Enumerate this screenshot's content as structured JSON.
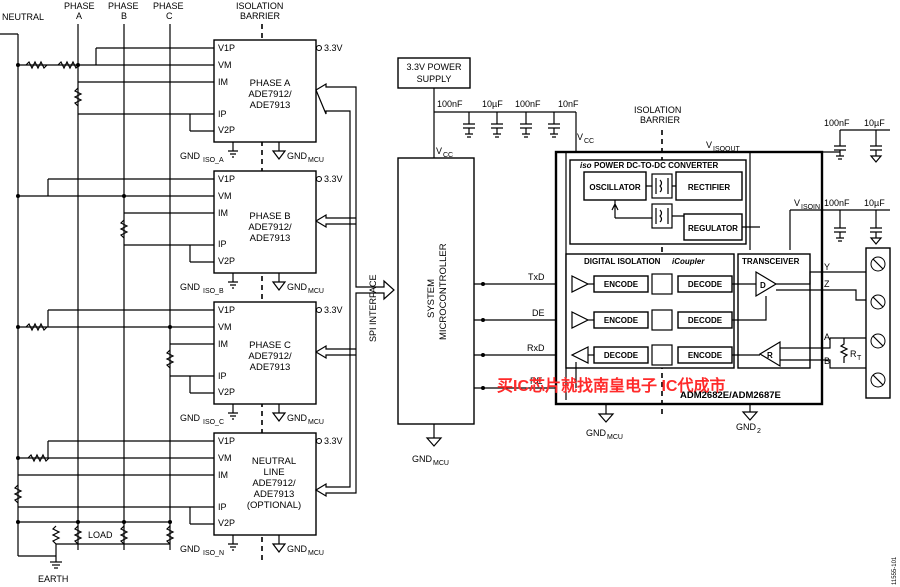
{
  "top_labels": {
    "neutral": "NEUTRAL",
    "phase": "PHASE",
    "a": "A",
    "b": "B",
    "c": "C",
    "isolation_barrier_1": "ISOLATION",
    "isolation_barrier_2": "BARRIER"
  },
  "pins": {
    "v1p": "V1P",
    "vm": "VM",
    "im": "IM",
    "ip": "IP",
    "v2p": "V2P"
  },
  "supply_3v3": "3.3V",
  "adcs": [
    {
      "name": "PHASE A",
      "part1": "ADE7912/",
      "part2": "ADE7913",
      "gnd_iso": "GND",
      "gnd_iso_sub": "ISO_A"
    },
    {
      "name": "PHASE B",
      "part1": "ADE7912/",
      "part2": "ADE7913",
      "gnd_iso": "GND",
      "gnd_iso_sub": "ISO_B"
    },
    {
      "name": "PHASE C",
      "part1": "ADE7912/",
      "part2": "ADE7913",
      "gnd_iso": "GND",
      "gnd_iso_sub": "ISO_C"
    },
    {
      "name": "NEUTRAL",
      "name2": "LINE",
      "part1": "ADE7912/",
      "part2": "ADE7913",
      "optional": "(OPTIONAL)",
      "gnd_iso": "GND",
      "gnd_iso_sub": "ISO_N"
    }
  ],
  "gnd_mcu": {
    "main": "GND",
    "sub": "MCU"
  },
  "load": "LOAD",
  "earth": "EARTH",
  "spi": "SPI INTERFACE",
  "power_supply": {
    "line1": "3.3V POWER",
    "line2": "SUPPLY"
  },
  "caps": {
    "c100n": "100nF",
    "c10u": "10µF",
    "c10n": "10nF"
  },
  "vcc": {
    "main": "V",
    "sub": "CC"
  },
  "mcu": {
    "line1": "SYSTEM",
    "line2": "MICROCONTROLLER"
  },
  "isolation_barrier_2": {
    "line1": "ISOLATION",
    "line2": "BARRIER"
  },
  "visoout": {
    "main": "V",
    "sub": "ISOOUT"
  },
  "visoin": {
    "main": "V",
    "sub": "ISOIN"
  },
  "isopower": {
    "prefix": "iso",
    "rest": "POWER DC-TO-DC CONVERTER",
    "oscillator": "OSCILLATOR",
    "rectifier": "RECTIFIER",
    "regulator": "REGULATOR"
  },
  "digital_isolation": {
    "label": "DIGITAL ISOLATION",
    "icoupler": "iCoupler"
  },
  "signals": {
    "txd": "TxD",
    "de": "DE",
    "rxd": "RxD",
    "re": "RE"
  },
  "encode": "ENCODE",
  "decode": "DECODE",
  "transceiver": "TRANSCEIVER",
  "d": "D",
  "r": "R",
  "bus": {
    "y": "Y",
    "z": "Z",
    "a": "A",
    "b": "B",
    "rt": "R",
    "rt_sub": "T"
  },
  "part_name": "ADM2682E/ADM2687E",
  "gnd2": {
    "main": "GND",
    "sub": "2"
  },
  "watermark": "买IC芯片就找南皇电子 IC代成市",
  "fig_id": "11555-101"
}
